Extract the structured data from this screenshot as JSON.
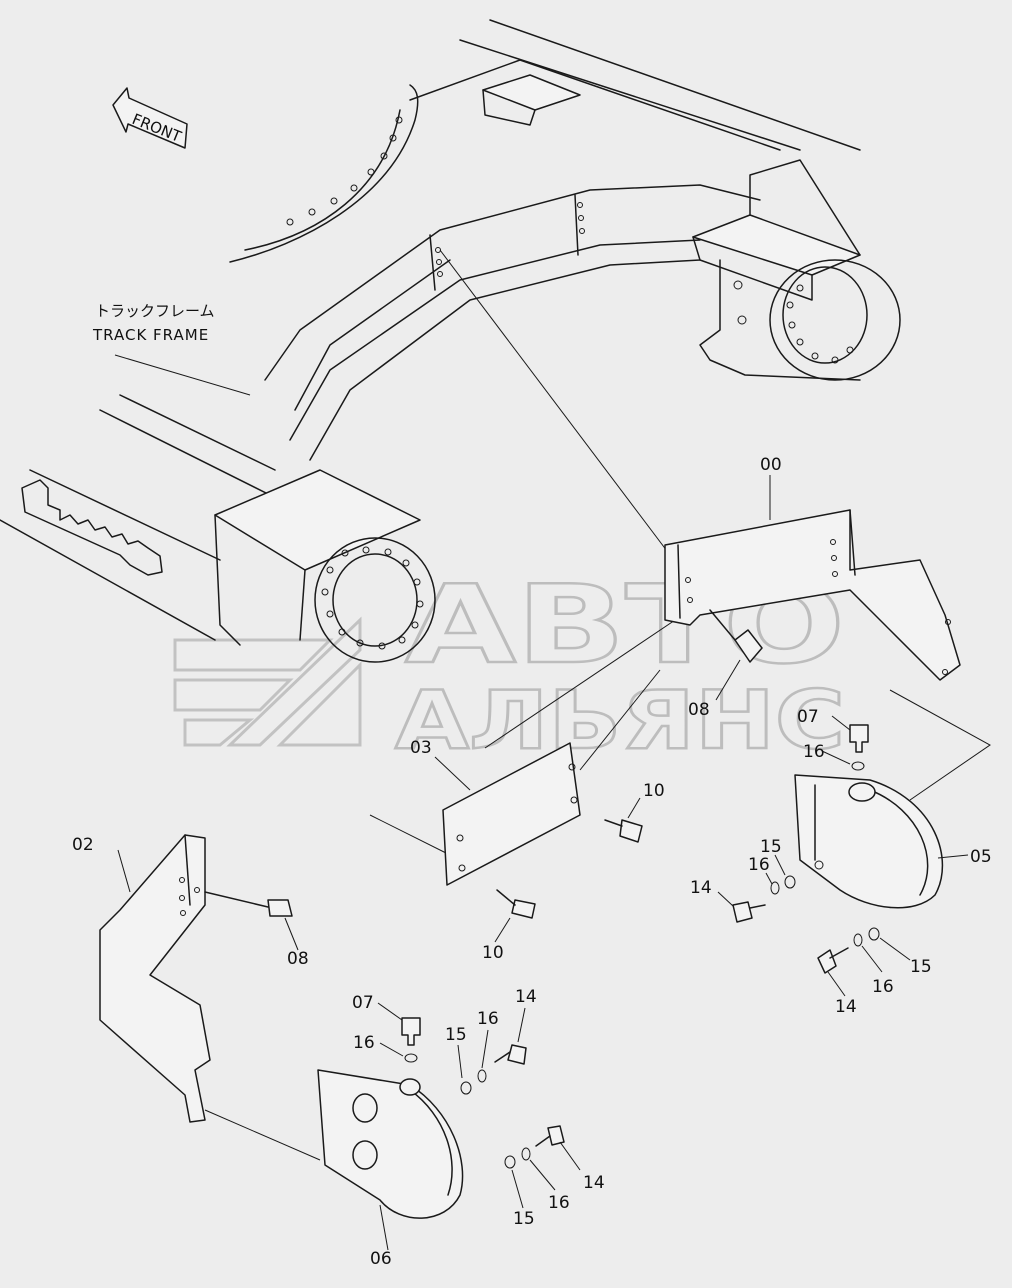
{
  "direction": {
    "label": "FRONT"
  },
  "frame": {
    "label_jp": "トラックフレーム",
    "label_en": "TRACK FRAME"
  },
  "watermark": {
    "line1": "АВТО",
    "line2": "АЛЬЯНС"
  },
  "parts": {
    "p00": "00",
    "p02": "02",
    "p03": "03",
    "p05": "05",
    "p06": "06",
    "p07a": "07",
    "p07b": "07",
    "p08a": "08",
    "p08b": "08",
    "p10a": "10",
    "p10b": "10",
    "p14a": "14",
    "p14b": "14",
    "p14c": "14",
    "p14d": "14",
    "p15a": "15",
    "p15b": "15",
    "p15c": "15",
    "p15d": "15",
    "p16a": "16",
    "p16b": "16",
    "p16c": "16",
    "p16d": "16",
    "p16e": "16",
    "p16f": "16"
  }
}
